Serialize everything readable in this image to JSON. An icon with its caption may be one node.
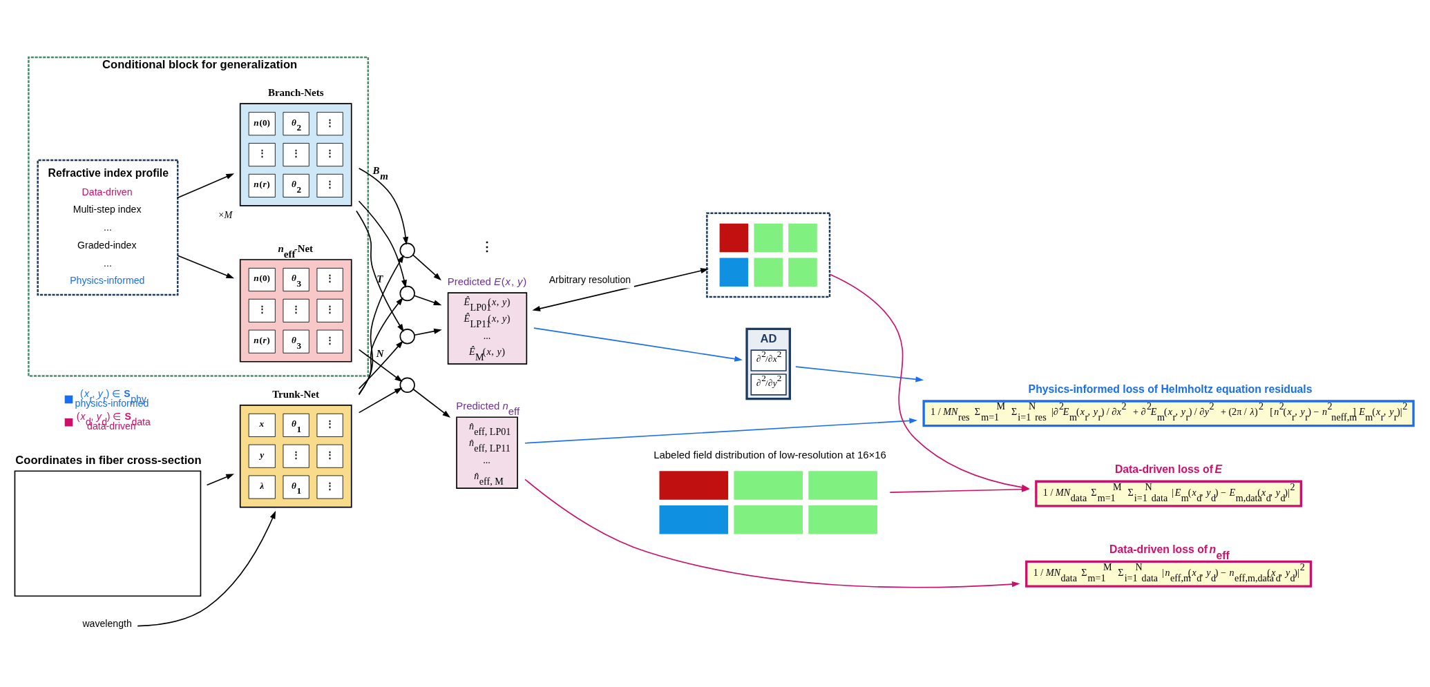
{
  "diagram": {
    "nodes": [
      {
        "text": [
          "Coordinates in fiber cross-section"
        ]
      },
      {
        "text": [
          "Trunk-Net",
          "*x*",
          "*θ*$_{1}$",
          "⋮",
          "*y*",
          "⋮",
          "⋮",
          "*λ*",
          "*θ*$_{1}$",
          "⋮"
        ]
      },
      {
        "text": [
          "wavelength"
        ]
      },
      {
        "text": [
          "Conditional block for generalization"
        ]
      },
      {
        "text": [
          "Refractive index profile",
          "Data-driven",
          "Multi-step index",
          "...",
          "Graded-index",
          "...",
          "Physics-informed"
        ],
        "in": 3
      },
      {
        "text": [
          "Branch-Nets",
          "*n*(0)",
          "*θ*$_{2}$",
          "⋮",
          "⋮",
          "⋮",
          "⋮",
          "*n*(*r*)",
          "*θ*$_{2}$",
          "⋮"
        ],
        "in": 3,
        "beside": [
          "×*M*"
        ]
      },
      {
        "text": [
          "*n*$_{eff}$-Net",
          "*n*(0)",
          "*θ*$_{3}$",
          "⋮",
          "⋮",
          "⋮",
          "⋮",
          "*n*(*r*)",
          "*θ*$_{3}$",
          "⋮"
        ],
        "in": 3
      },
      {
        "text": [],
        "shape": "circle"
      },
      {
        "text": [],
        "shape": "circle"
      },
      {
        "text": [],
        "shape": "circle"
      },
      {
        "text": [],
        "shape": "circle"
      },
      {
        "text": [
          "Predicted *E*(*x*, *y*)",
          "*Ê*$_{LP01}$(*x*, *y*)",
          "*Ê*$_{LP11}$(*x*, *y*)",
          "...",
          "*Ê*$_{M}$(*x*, *y*)"
        ]
      },
      {
        "text": [
          "Predicted *n*$_{eff}$",
          "*n̂*$_{eff, LP01}$",
          "*n̂*$_{eff, LP11}$",
          "...",
          "*n̂*$_{eff, M}$"
        ]
      },
      {
        "text": [
          "AD",
          "∂$^{2}$/∂*x*$^{2}$",
          "∂$^{2}$/∂*y*$^{2}$"
        ]
      },
      {
        "text": [],
        "shape": "picture"
      },
      {
        "text": [
          "Labeled field distribution of low-resolution at 16×16"
        ]
      },
      {
        "text": [
          "Physics-informed loss of Helmholtz equation residuals",
          "1 / *MN*$_{res}$ Σ$_{m=1}$$^{M}$ Σ$_{i=1}$$^{N}$$_{res}$ |∂$^{2}$*E*$_{m}$(*x*$_{r}$, *y*$_{r}$) / ∂*x*$^{2}$ + ∂$^{2}$*E*$_{m}$(*x*$_{r}$, *y*$_{r}$) / ∂*y*$^{2}$ + (2π / *λ*)$^{2}$ [*n*$^{2}$(*x*$_{r}$, *y*$_{r}$) − *n*$^{2}$$_{neff,m}$] *E*$_{m}$(*x*$_{r}$, *y*$_{r}$)|$^{2}$"
        ]
      },
      {
        "text": [
          "Data-driven loss of *E*",
          "1 / *MN*$_{data}$ Σ$_{m=1}$$^{M}$ Σ$_{i=1}$$^{N}$$_{data}$ |*E*$_{m}$(*x*$_{d}$, *y*$_{d}$) − *E*$_{m,data}$(*x*$_{d}$, *y*$_{d}$)|$^{2}$"
        ]
      },
      {
        "text": [
          "Data-driven loss of *n*$_{eff}$",
          "1 / *MN*$_{data}$ Σ$_{m=1}$$^{M}$ Σ$_{i=1}$$^{N}$$_{data}$ |*n*$_{eff,m}$(*x*$_{d}$, *y*$_{d}$) − *n*$_{eff,m,data}$(*x*$_{d}$, *y*$_{d}$)|$^{2}$"
        ]
      }
    ],
    "edges": [
      {
        "from": 0,
        "to": 1,
        "arrow": "to"
      },
      {
        "from": 2,
        "to": 1,
        "arrow": "to"
      },
      {
        "from": 1,
        "to": 7,
        "arrow": "to",
        "label": "T"
      },
      {
        "from": 1,
        "to": 8,
        "arrow": "to"
      },
      {
        "from": 1,
        "to": 9,
        "arrow": "to"
      },
      {
        "from": 1,
        "to": 10,
        "arrow": "to"
      },
      {
        "from": 4,
        "to": 5,
        "arrow": "to"
      },
      {
        "from": 4,
        "to": 6,
        "arrow": "to"
      },
      {
        "from": 5,
        "to": 7,
        "arrow": "to",
        "label": "B$_{m}$"
      },
      {
        "from": 5,
        "to": 8,
        "arrow": "to"
      },
      {
        "from": 5,
        "to": 9,
        "arrow": "to"
      },
      {
        "from": 6,
        "to": 10,
        "arrow": "to",
        "label": "N"
      },
      {
        "from": 7,
        "to": 11,
        "arrow": "to"
      },
      {
        "from": 8,
        "to": 11,
        "arrow": "to"
      },
      {
        "from": 9,
        "to": 11,
        "arrow": "to"
      },
      {
        "from": 10,
        "to": 12,
        "arrow": "to"
      },
      {
        "from": 11,
        "to": 14,
        "arrow": "both",
        "label": "Arbitrary resolution"
      },
      {
        "from": 11,
        "to": 13,
        "arrow": "to",
        "color": "#1a6ff0"
      },
      {
        "from": 13,
        "to": 16,
        "arrow": "to",
        "color": "#1a6ff0"
      },
      {
        "from": 12,
        "to": 16,
        "arrow": "to",
        "color": "#1a6ff0"
      },
      {
        "from": 12,
        "to": 18,
        "arrow": "to",
        "color": "#cc0f6a"
      },
      {
        "from": 14,
        "to": 17,
        "arrow": "to",
        "color": "#cc0f6a"
      },
      {
        "from": 15,
        "to": 17,
        "arrow": "to",
        "color": "#cc0f6a"
      }
    ],
    "labels": [
      "⋮"
    ],
    "legend": [
      {
        "text": "(*x*$_{r}$, *y*$_{r}$) ∈ **S**$_{phy}$ physics-informed"
      },
      {
        "text": "(*x*$_{d}$, *y*$_{d}$) ∈ **S**$_{data}$ data-driven"
      }
    ]
  }
}
